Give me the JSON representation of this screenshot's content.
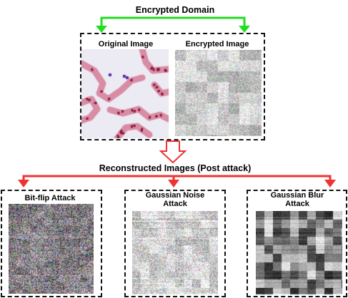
{
  "encrypted_domain": {
    "title": "Encrypted Domain",
    "original_label": "Original Image",
    "encrypted_label": "Encrypted Image"
  },
  "reconstructed": {
    "title": "Reconstructed Images (Post attack)",
    "bitflip_label": "Bit-flip Attack",
    "gaussian_noise_label": "Gaussian Noise\nAttack",
    "gaussian_blur_label": "Gaussian Blur\nAttack"
  },
  "colors": {
    "green_arrow": "#22dd22",
    "red_arrow": "#ee3333",
    "hollow_arrow": "#ee3333",
    "tissue_pink": "#d98ca6",
    "nuclei": "#8b1f3a"
  }
}
